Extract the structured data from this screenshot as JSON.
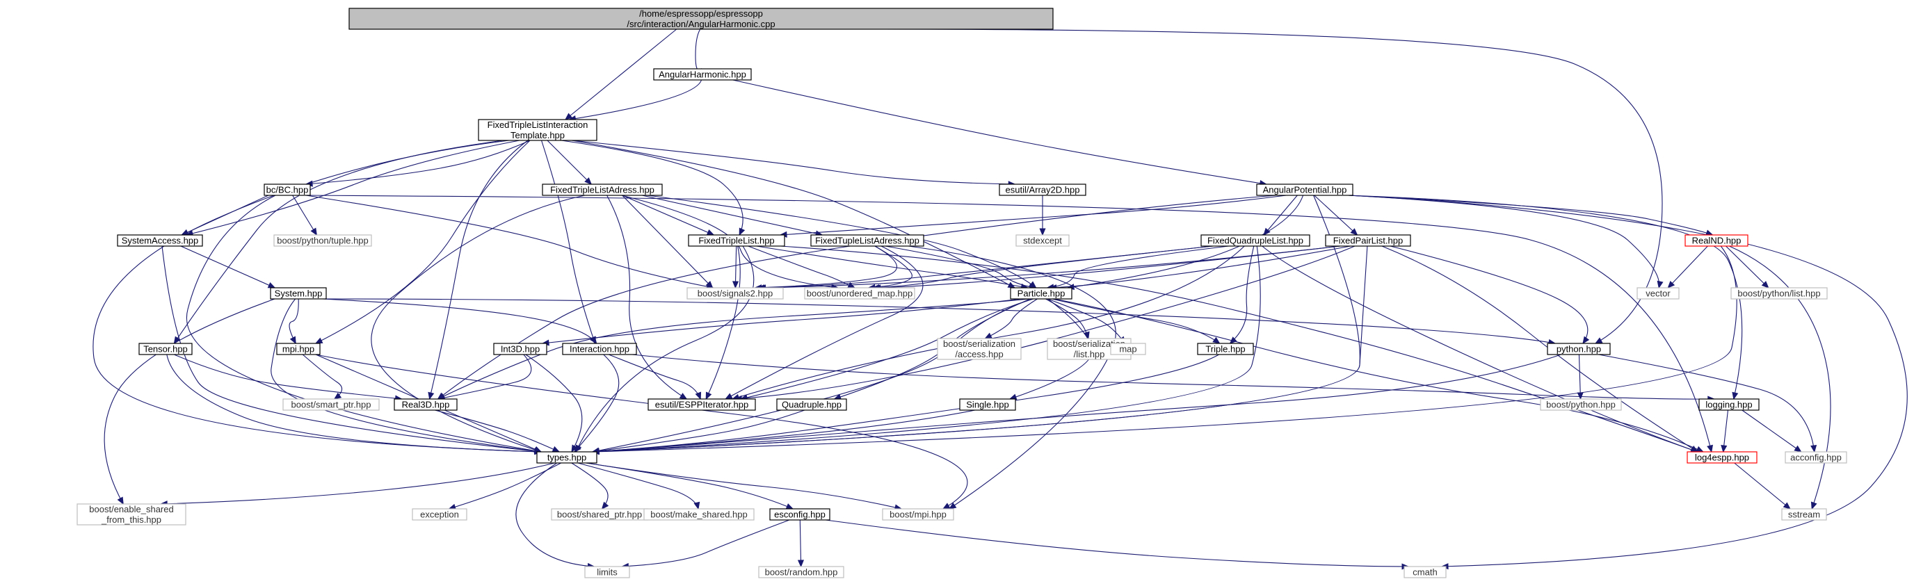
{
  "colors": {
    "edge": "#191970",
    "root_fill": "#bfbfbf",
    "root_border": "#000000",
    "documented_border": "#000000",
    "undocumented_border": "#bfbfbf",
    "undocumented_text": "#333333",
    "truncated_border": "#ff0000"
  },
  "nodes": [
    {
      "id": "root",
      "lines": [
        "/home/espressopp/espressopp",
        "/src/interaction/AngularHarmonic.cpp"
      ],
      "style": "root"
    },
    {
      "id": "angharm",
      "lines": [
        "AngularHarmonic.hpp"
      ],
      "style": "doc"
    },
    {
      "id": "ftlit",
      "lines": [
        "FixedTripleListInteraction",
        "Template.hpp"
      ],
      "style": "doc"
    },
    {
      "id": "bc",
      "lines": [
        "bc/BC.hpp"
      ],
      "style": "doc"
    },
    {
      "id": "ftla",
      "lines": [
        "FixedTripleListAdress.hpp"
      ],
      "style": "doc"
    },
    {
      "id": "array2d",
      "lines": [
        "esutil/Array2D.hpp"
      ],
      "style": "doc"
    },
    {
      "id": "angpot",
      "lines": [
        "AngularPotential.hpp"
      ],
      "style": "doc"
    },
    {
      "id": "sysacc",
      "lines": [
        "SystemAccess.hpp"
      ],
      "style": "doc"
    },
    {
      "id": "bptuple",
      "lines": [
        "boost/python/tuple.hpp"
      ],
      "style": "ext"
    },
    {
      "id": "ftl",
      "lines": [
        "FixedTripleList.hpp"
      ],
      "style": "doc"
    },
    {
      "id": "ftupla",
      "lines": [
        "FixedTupleListAdress.hpp"
      ],
      "style": "doc"
    },
    {
      "id": "stdexcept",
      "lines": [
        "stdexcept"
      ],
      "style": "ext"
    },
    {
      "id": "fql",
      "lines": [
        "FixedQuadrupleList.hpp"
      ],
      "style": "doc"
    },
    {
      "id": "fpl",
      "lines": [
        "FixedPairList.hpp"
      ],
      "style": "doc"
    },
    {
      "id": "realnd",
      "lines": [
        "RealND.hpp"
      ],
      "style": "trunc"
    },
    {
      "id": "system",
      "lines": [
        "System.hpp"
      ],
      "style": "doc"
    },
    {
      "id": "signals2",
      "lines": [
        "boost/signals2.hpp"
      ],
      "style": "ext"
    },
    {
      "id": "umap",
      "lines": [
        "boost/unordered_map.hpp"
      ],
      "style": "ext"
    },
    {
      "id": "particle",
      "lines": [
        "Particle.hpp"
      ],
      "style": "doc"
    },
    {
      "id": "vector",
      "lines": [
        "vector"
      ],
      "style": "ext"
    },
    {
      "id": "bplist",
      "lines": [
        "boost/python/list.hpp"
      ],
      "style": "ext"
    },
    {
      "id": "tensor",
      "lines": [
        "Tensor.hpp"
      ],
      "style": "doc"
    },
    {
      "id": "mpi",
      "lines": [
        "mpi.hpp"
      ],
      "style": "doc"
    },
    {
      "id": "int3d",
      "lines": [
        "Int3D.hpp"
      ],
      "style": "doc"
    },
    {
      "id": "interaction",
      "lines": [
        "Interaction.hpp"
      ],
      "style": "doc"
    },
    {
      "id": "bsaccess",
      "lines": [
        "boost/serialization",
        "/access.hpp"
      ],
      "style": "ext"
    },
    {
      "id": "bslist",
      "lines": [
        "boost/serialization",
        "/list.hpp"
      ],
      "style": "ext"
    },
    {
      "id": "map",
      "lines": [
        "map"
      ],
      "style": "ext"
    },
    {
      "id": "triple",
      "lines": [
        "Triple.hpp"
      ],
      "style": "doc"
    },
    {
      "id": "python",
      "lines": [
        "python.hpp"
      ],
      "style": "doc"
    },
    {
      "id": "bsmart",
      "lines": [
        "boost/smart_ptr.hpp"
      ],
      "style": "ext"
    },
    {
      "id": "real3d",
      "lines": [
        "Real3D.hpp"
      ],
      "style": "doc"
    },
    {
      "id": "espp",
      "lines": [
        "esutil/ESPPIterator.hpp"
      ],
      "style": "doc"
    },
    {
      "id": "quadruple",
      "lines": [
        "Quadruple.hpp"
      ],
      "style": "doc"
    },
    {
      "id": "single",
      "lines": [
        "Single.hpp"
      ],
      "style": "doc"
    },
    {
      "id": "bpython",
      "lines": [
        "boost/python.hpp"
      ],
      "style": "ext"
    },
    {
      "id": "logging",
      "lines": [
        "logging.hpp"
      ],
      "style": "doc"
    },
    {
      "id": "types",
      "lines": [
        "types.hpp"
      ],
      "style": "doc"
    },
    {
      "id": "log4espp",
      "lines": [
        "log4espp.hpp"
      ],
      "style": "trunc"
    },
    {
      "id": "acconfig",
      "lines": [
        "acconfig.hpp"
      ],
      "style": "ext"
    },
    {
      "id": "benable",
      "lines": [
        "boost/enable_shared",
        "_from_this.hpp"
      ],
      "style": "ext"
    },
    {
      "id": "exception",
      "lines": [
        "exception"
      ],
      "style": "ext"
    },
    {
      "id": "bshared",
      "lines": [
        "boost/shared_ptr.hpp"
      ],
      "style": "ext"
    },
    {
      "id": "bmake",
      "lines": [
        "boost/make_shared.hpp"
      ],
      "style": "ext"
    },
    {
      "id": "esconfig",
      "lines": [
        "esconfig.hpp"
      ],
      "style": "doc"
    },
    {
      "id": "bmpi",
      "lines": [
        "boost/mpi.hpp"
      ],
      "style": "ext"
    },
    {
      "id": "sstream",
      "lines": [
        "sstream"
      ],
      "style": "ext"
    },
    {
      "id": "limits",
      "lines": [
        "limits"
      ],
      "style": "ext"
    },
    {
      "id": "brandom",
      "lines": [
        "boost/random.hpp"
      ],
      "style": "ext"
    },
    {
      "id": "cmath",
      "lines": [
        "cmath"
      ],
      "style": "ext"
    }
  ],
  "edges": [
    [
      "root",
      "angharm"
    ],
    [
      "root",
      "ftlit"
    ],
    [
      "root",
      "python"
    ],
    [
      "angharm",
      "ftlit"
    ],
    [
      "angharm",
      "angpot"
    ],
    [
      "ftlit",
      "bc"
    ],
    [
      "ftlit",
      "ftla"
    ],
    [
      "ftlit",
      "array2d"
    ],
    [
      "ftlit",
      "sysacc"
    ],
    [
      "ftlit",
      "ftl"
    ],
    [
      "ftlit",
      "particle"
    ],
    [
      "ftlit",
      "tensor"
    ],
    [
      "ftlit",
      "mpi"
    ],
    [
      "ftlit",
      "interaction"
    ],
    [
      "ftlit",
      "real3d"
    ],
    [
      "ftlit",
      "types"
    ],
    [
      "bc",
      "sysacc"
    ],
    [
      "bc",
      "bptuple"
    ],
    [
      "bc",
      "signals2"
    ],
    [
      "bc",
      "log4espp"
    ],
    [
      "bc",
      "types"
    ],
    [
      "ftla",
      "ftl"
    ],
    [
      "ftla",
      "ftupla"
    ],
    [
      "ftla",
      "signals2"
    ],
    [
      "ftla",
      "umap"
    ],
    [
      "ftla",
      "particle"
    ],
    [
      "ftla",
      "espp"
    ],
    [
      "ftla",
      "types"
    ],
    [
      "array2d",
      "stdexcept"
    ],
    [
      "angpot",
      "ftl"
    ],
    [
      "angpot",
      "fql"
    ],
    [
      "angpot",
      "fpl"
    ],
    [
      "angpot",
      "realnd"
    ],
    [
      "angpot",
      "particle"
    ],
    [
      "angpot",
      "real3d"
    ],
    [
      "angpot",
      "vector"
    ],
    [
      "angpot",
      "logging"
    ],
    [
      "angpot",
      "types"
    ],
    [
      "angpot",
      "cmath"
    ],
    [
      "sysacc",
      "system"
    ],
    [
      "sysacc",
      "types"
    ],
    [
      "ftl",
      "signals2"
    ],
    [
      "ftl",
      "umap"
    ],
    [
      "ftl",
      "particle"
    ],
    [
      "ftl",
      "espp"
    ],
    [
      "ftl",
      "types"
    ],
    [
      "ftl",
      "log4espp"
    ],
    [
      "ftupla",
      "signals2"
    ],
    [
      "ftupla",
      "umap"
    ],
    [
      "ftupla",
      "particle"
    ],
    [
      "ftupla",
      "espp"
    ],
    [
      "ftupla",
      "bmpi"
    ],
    [
      "fql",
      "signals2"
    ],
    [
      "fql",
      "umap"
    ],
    [
      "fql",
      "particle"
    ],
    [
      "fql",
      "triple"
    ],
    [
      "fql",
      "espp"
    ],
    [
      "fql",
      "types"
    ],
    [
      "fql",
      "log4espp"
    ],
    [
      "fpl",
      "signals2"
    ],
    [
      "fpl",
      "umap"
    ],
    [
      "fpl",
      "particle"
    ],
    [
      "fpl",
      "python"
    ],
    [
      "fpl",
      "espp"
    ],
    [
      "fpl",
      "types"
    ],
    [
      "fpl",
      "log4espp"
    ],
    [
      "realnd",
      "vector"
    ],
    [
      "realnd",
      "bplist"
    ],
    [
      "realnd",
      "types"
    ],
    [
      "realnd",
      "sstream"
    ],
    [
      "system",
      "mpi"
    ],
    [
      "system",
      "interaction"
    ],
    [
      "system",
      "python"
    ],
    [
      "system",
      "types"
    ],
    [
      "system",
      "benable"
    ],
    [
      "particle",
      "int3d"
    ],
    [
      "particle",
      "bsaccess"
    ],
    [
      "particle",
      "bslist"
    ],
    [
      "particle",
      "map"
    ],
    [
      "particle",
      "triple"
    ],
    [
      "particle",
      "quadruple"
    ],
    [
      "particle",
      "single"
    ],
    [
      "particle",
      "espp"
    ],
    [
      "particle",
      "real3d"
    ],
    [
      "particle",
      "types"
    ],
    [
      "particle",
      "log4espp"
    ],
    [
      "tensor",
      "real3d"
    ],
    [
      "tensor",
      "types"
    ],
    [
      "mpi",
      "bsmart"
    ],
    [
      "mpi",
      "bmpi"
    ],
    [
      "mpi",
      "types"
    ],
    [
      "int3d",
      "real3d"
    ],
    [
      "int3d",
      "types"
    ],
    [
      "interaction",
      "espp"
    ],
    [
      "interaction",
      "logging"
    ],
    [
      "interaction",
      "types"
    ],
    [
      "triple",
      "types"
    ],
    [
      "python",
      "bpython"
    ],
    [
      "python",
      "acconfig"
    ],
    [
      "python",
      "types"
    ],
    [
      "real3d",
      "types"
    ],
    [
      "quadruple",
      "types"
    ],
    [
      "single",
      "types"
    ],
    [
      "logging",
      "log4espp"
    ],
    [
      "logging",
      "acconfig"
    ],
    [
      "types",
      "benable"
    ],
    [
      "types",
      "exception"
    ],
    [
      "types",
      "bshared"
    ],
    [
      "types",
      "bmake"
    ],
    [
      "types",
      "esconfig"
    ],
    [
      "types",
      "bmpi"
    ],
    [
      "types",
      "limits"
    ],
    [
      "esconfig",
      "limits"
    ],
    [
      "esconfig",
      "brandom"
    ],
    [
      "esconfig",
      "cmath"
    ],
    [
      "log4espp",
      "sstream"
    ]
  ]
}
